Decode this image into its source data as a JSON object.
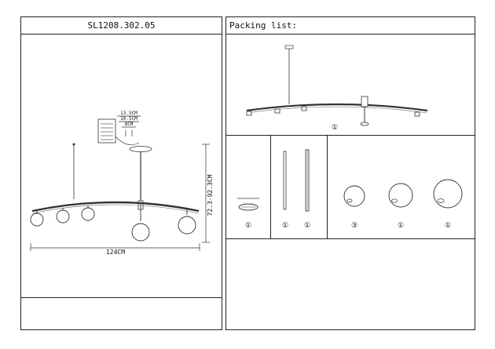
{
  "left_panel": {
    "title": "SL1208.302.05",
    "dim_width": "124CM",
    "dim_height": "72.3-92.3CM",
    "canopy_dims": [
      "13.5CM",
      "10.5CM",
      "8CM"
    ]
  },
  "right_panel": {
    "title": "Packing list:",
    "fixture_qty": "①",
    "parts_qty": [
      "①",
      "①",
      "①",
      "③",
      "①",
      "①"
    ]
  }
}
